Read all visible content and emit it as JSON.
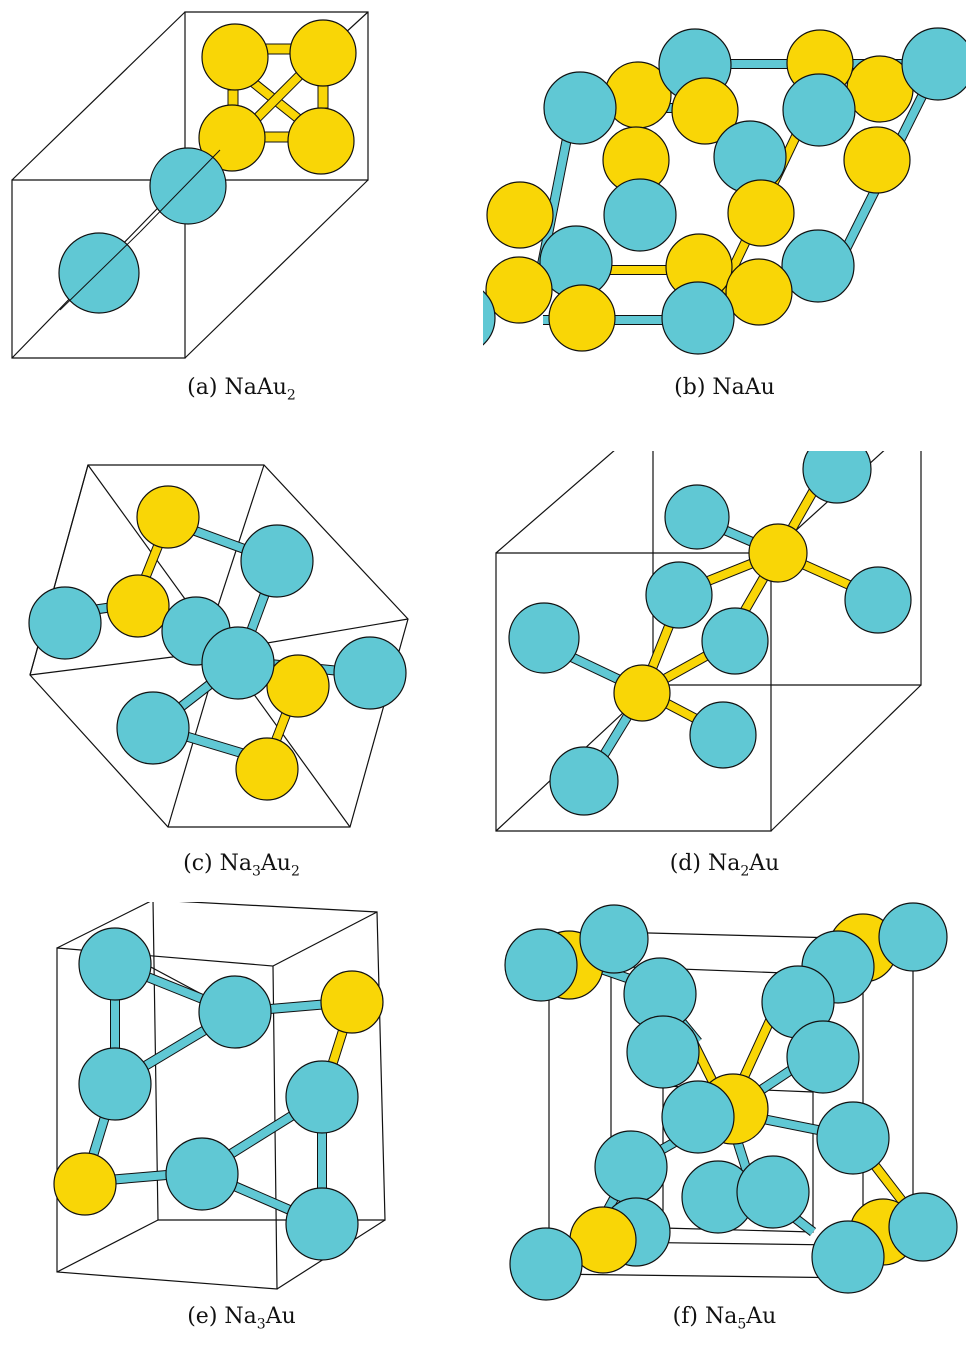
{
  "colors": {
    "na": "#60c8d4",
    "au": "#f9d606",
    "outline": "#111111"
  },
  "panels": [
    {
      "label": "(a)",
      "formula_base": "NaAu",
      "formula_sub": "2",
      "formula_tail": ""
    },
    {
      "label": "(b)",
      "formula_base": "NaAu",
      "formula_sub": "",
      "formula_tail": ""
    },
    {
      "label": "(c)",
      "formula_base": "Na",
      "formula_sub": "3",
      "formula_tail": "Au",
      "formula_sub2": "2"
    },
    {
      "label": "(d)",
      "formula_base": "Na",
      "formula_sub": "2",
      "formula_tail": "Au"
    },
    {
      "label": "(e)",
      "formula_base": "Na",
      "formula_sub": "3",
      "formula_tail": "Au"
    },
    {
      "label": "(f)",
      "formula_base": "Na",
      "formula_sub": "5",
      "formula_tail": "Au"
    }
  ]
}
